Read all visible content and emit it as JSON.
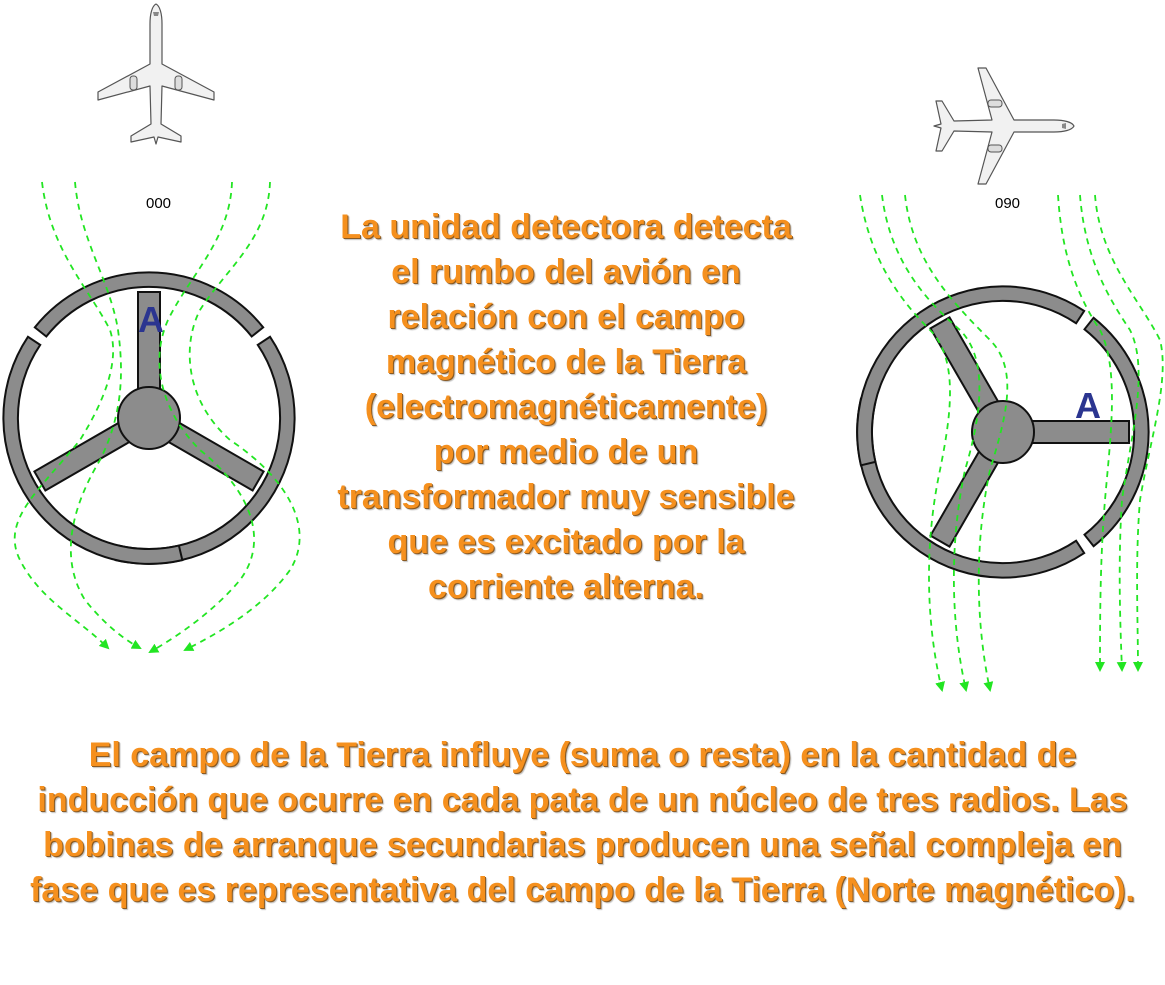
{
  "left": {
    "heading_label": "000",
    "leg_label": "A"
  },
  "right": {
    "heading_label": "090",
    "leg_label": "A"
  },
  "center_text": "La unidad detectora detecta el rumbo del avión en relación con el campo magnético de la Tierra (electromagnéticamente) por medio de un transformador muy sensible que es excitado por la corriente alterna.",
  "bottom_text": "El campo de la Tierra influye (suma o resta) en la cantidad de inducción que ocurre en cada pata de un núcleo de tres radios. Las bobinas de arranque secundarias producen una señal compleja en fase que es representativa del campo de la Tierra (Norte magnético).",
  "colors": {
    "text": "#f5901e",
    "field_lines": "#22e522",
    "core": "#8c8c8c",
    "label_a": "#2b3590"
  }
}
